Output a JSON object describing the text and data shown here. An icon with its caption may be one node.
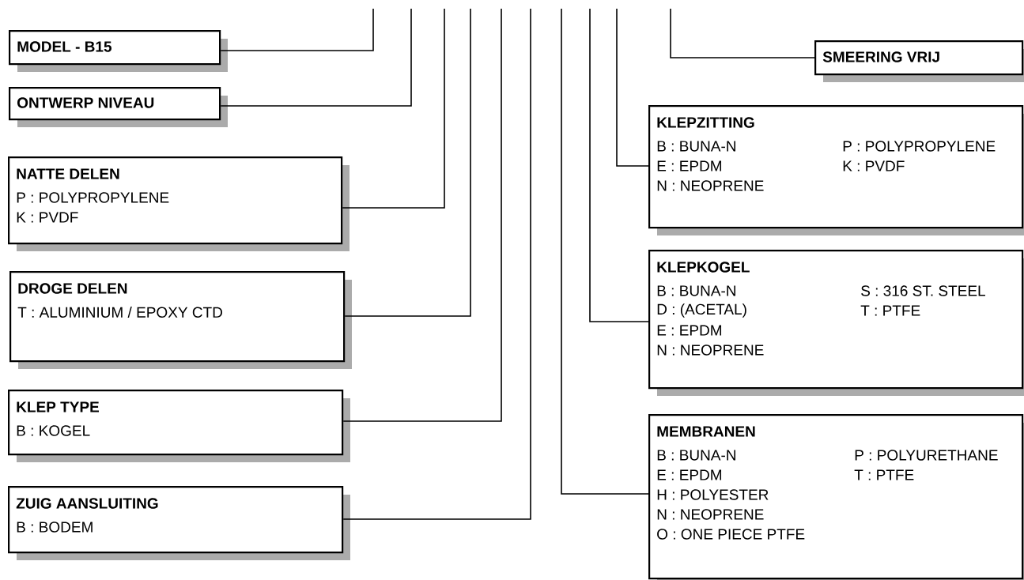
{
  "diagram": {
    "nodes": [
      {
        "text": [
          "MODEL - B15"
        ]
      },
      {
        "text": [
          "ONTWERP NIVEAU"
        ]
      },
      {
        "text": [
          "NATTE DELEN",
          "P : POLYPROPYLENE",
          "K : PVDF"
        ]
      },
      {
        "text": [
          "DROGE DELEN",
          "T : ALUMINIUM / EPOXY CTD"
        ]
      },
      {
        "text": [
          "KLEP TYPE",
          "B : KOGEL"
        ]
      },
      {
        "text": [
          "ZUIG AANSLUITING",
          "B : BODEM"
        ]
      },
      {
        "text": [
          "SMEERING VRIJ"
        ]
      },
      {
        "text": [
          "KLEPZITTING",
          "B : BUNA-N",
          "E : EPDM",
          "N : NEOPRENE",
          "P : POLYPROPYLENE",
          "K : PVDF"
        ]
      },
      {
        "text": [
          "KLEPKOGEL",
          "B : BUNA-N",
          "D : (ACETAL)",
          "E : EPDM",
          "N : NEOPRENE",
          "S : 316 ST. STEEL",
          "T : PTFE"
        ]
      },
      {
        "text": [
          "MEMBRANEN",
          "B : BUNA-N",
          "E : EPDM",
          "H : POLYESTER",
          "N : NEOPRENE",
          "O : ONE PIECE PTFE",
          "P : POLYURETHANE",
          "T : PTFE"
        ]
      }
    ],
    "edges": [
      {
        "from": null,
        "to": 0,
        "arrow": "none"
      },
      {
        "from": null,
        "to": 1,
        "arrow": "none"
      },
      {
        "from": null,
        "to": 2,
        "arrow": "none"
      },
      {
        "from": null,
        "to": 3,
        "arrow": "none"
      },
      {
        "from": null,
        "to": 4,
        "arrow": "none"
      },
      {
        "from": null,
        "to": 5,
        "arrow": "none"
      },
      {
        "from": null,
        "to": 6,
        "arrow": "none"
      },
      {
        "from": null,
        "to": 7,
        "arrow": "none"
      },
      {
        "from": null,
        "to": 8,
        "arrow": "none"
      },
      {
        "from": null,
        "to": 9,
        "arrow": "none"
      }
    ]
  }
}
